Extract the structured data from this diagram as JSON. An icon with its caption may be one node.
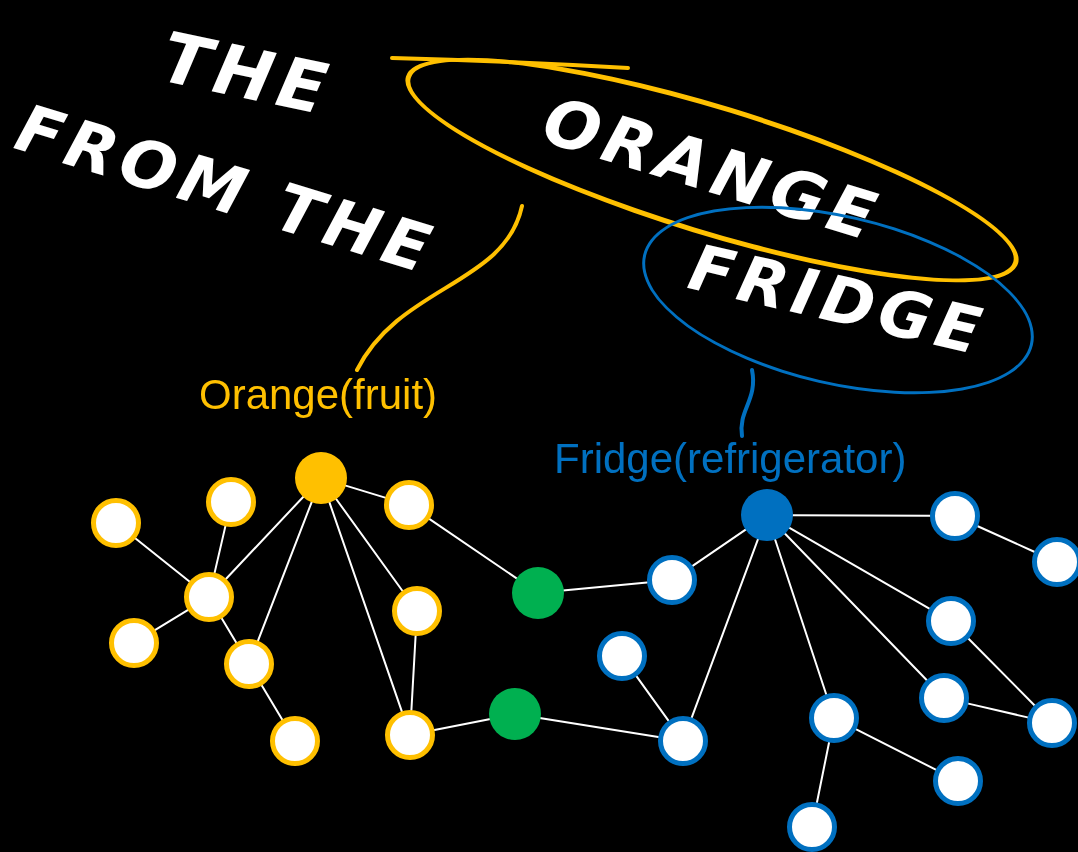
{
  "diagram": {
    "nodes": [
      {
        "text": [
          "ORANGE"
        ]
      },
      {
        "text": [
          "FRIDGE"
        ]
      },
      {
        "text": [
          "Orange(fruit)"
        ]
      },
      {
        "text": [
          "Fridge(refrigerator)"
        ]
      },
      {
        "text": [],
        "shape": "circle"
      },
      {
        "text": [],
        "shape": "circle"
      },
      {
        "text": [],
        "shape": "circle"
      },
      {
        "text": [],
        "shape": "circle"
      },
      {
        "text": [],
        "shape": "circle"
      },
      {
        "text": [],
        "shape": "circle"
      },
      {
        "text": [],
        "shape": "circle"
      },
      {
        "text": [],
        "shape": "circle"
      },
      {
        "text": [],
        "shape": "circle"
      },
      {
        "text": [],
        "shape": "circle"
      },
      {
        "text": [],
        "shape": "circle"
      },
      {
        "text": [],
        "shape": "circle"
      },
      {
        "text": [],
        "shape": "circle"
      },
      {
        "text": [],
        "shape": "circle"
      },
      {
        "text": [],
        "shape": "circle"
      },
      {
        "text": [],
        "shape": "circle"
      },
      {
        "text": [],
        "shape": "circle"
      },
      {
        "text": [],
        "shape": "circle"
      },
      {
        "text": [],
        "shape": "circle"
      },
      {
        "text": [],
        "shape": "circle"
      },
      {
        "text": [],
        "shape": "circle"
      },
      {
        "text": [],
        "shape": "circle"
      },
      {
        "text": [],
        "shape": "circle"
      },
      {
        "text": [],
        "shape": "circle"
      }
    ],
    "edges": [
      {
        "from": 0,
        "to": 2,
        "arrow": "none",
        "style": "thick",
        "color": "#ffc000"
      },
      {
        "from": 1,
        "to": 3,
        "arrow": "none",
        "style": "thick",
        "color": "#0070c0"
      },
      {
        "from": 4,
        "to": 6,
        "arrow": "none"
      },
      {
        "from": 7,
        "to": 6,
        "arrow": "none"
      },
      {
        "from": 6,
        "to": 10,
        "arrow": "none"
      },
      {
        "from": 6,
        "to": 5,
        "arrow": "none"
      },
      {
        "from": 6,
        "to": 8,
        "arrow": "none"
      },
      {
        "from": 8,
        "to": 10,
        "arrow": "none"
      },
      {
        "from": 8,
        "to": 9,
        "arrow": "none"
      },
      {
        "from": 10,
        "to": 11,
        "arrow": "none"
      },
      {
        "from": 10,
        "to": 12,
        "arrow": "none"
      },
      {
        "from": 10,
        "to": 13,
        "arrow": "none"
      },
      {
        "from": 12,
        "to": 13,
        "arrow": "none"
      },
      {
        "from": 11,
        "to": 15,
        "arrow": "none"
      },
      {
        "from": 13,
        "to": 14,
        "arrow": "none"
      },
      {
        "from": 15,
        "to": 17,
        "arrow": "none"
      },
      {
        "from": 14,
        "to": 18,
        "arrow": "none"
      },
      {
        "from": 17,
        "to": 19,
        "arrow": "none"
      },
      {
        "from": 19,
        "to": 18,
        "arrow": "none"
      },
      {
        "from": 16,
        "to": 18,
        "arrow": "none"
      },
      {
        "from": 19,
        "to": 24,
        "arrow": "none"
      },
      {
        "from": 24,
        "to": 27,
        "arrow": "none"
      },
      {
        "from": 19,
        "to": 23,
        "arrow": "none"
      },
      {
        "from": 23,
        "to": 26,
        "arrow": "none"
      },
      {
        "from": 19,
        "to": 22,
        "arrow": "none"
      },
      {
        "from": 22,
        "to": 26,
        "arrow": "none"
      },
      {
        "from": 19,
        "to": 21,
        "arrow": "none"
      },
      {
        "from": 21,
        "to": 25,
        "arrow": "none"
      },
      {
        "from": 21,
        "to": 20,
        "arrow": "none"
      }
    ],
    "labels": [
      "THE",
      "FROM THE"
    ]
  }
}
